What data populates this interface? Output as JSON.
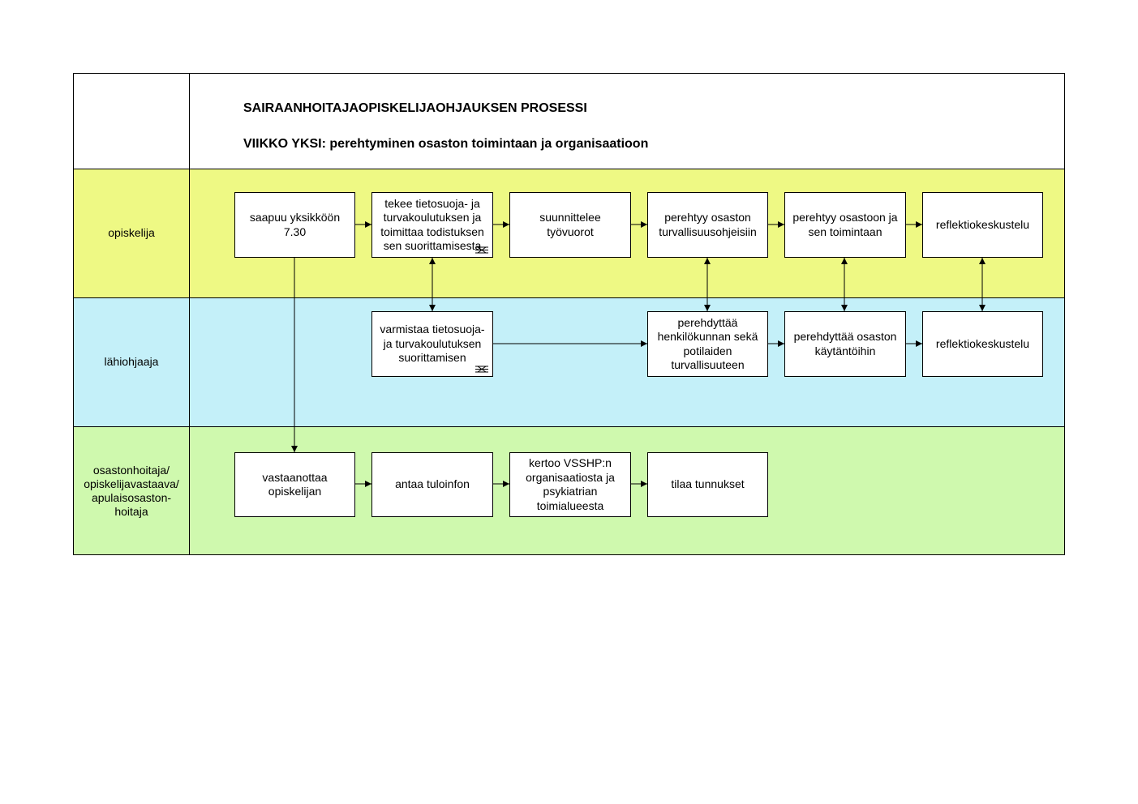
{
  "header": {
    "title": "SAIRAANHOITAJAOPISKELIJAOHJAUKSEN PROSESSI",
    "subtitle": "VIIKKO YKSI: perehtyminen osaston toimintaan ja organisaatioon"
  },
  "lanes": [
    {
      "label": "opiskelija",
      "color": "#eef984"
    },
    {
      "label": "lähiohjaaja",
      "color": "#c4f0f9"
    },
    {
      "label": "osastonhoitaja/\nopiskelijavastaava/\napulaisosaston-\nhoitaja",
      "color": "#cff9ae"
    }
  ],
  "steps": {
    "s1": "saapuu yksikköön\n7.30",
    "s2": "tekee tietosuoja- ja\nturvakoulutuksen ja\ntoimittaa todistuksen\nsen suorittamisesta",
    "s3": "suunnittelee\ntyövuorot",
    "s4": "perehtyy osaston\nturvallisuusohjeisiin",
    "s5": "perehtyy osastoon ja\nsen toimintaan",
    "s6": "reflektiokeskustelu",
    "l1": "varmistaa tietosuoja-\nja turvakoulutuksen\nsuorittamisen",
    "l2": "perehdyttää\nhenkilökunnan sekä\npotilaiden\nturvallisuuteen",
    "l3": "perehdyttää osaston\nkäytäntöihin",
    "l4": "reflektiokeskustelu",
    "o1": "vastaanottaa\nopiskelijan",
    "o2": "antaa tuloinfon",
    "o3": "kertoo VSSHP:n\norganisaatiosta ja\npsykiatrian\ntoimialueesta",
    "o4": "tilaa tunnukset"
  },
  "icons": {
    "document_link": "document-link-icon"
  }
}
